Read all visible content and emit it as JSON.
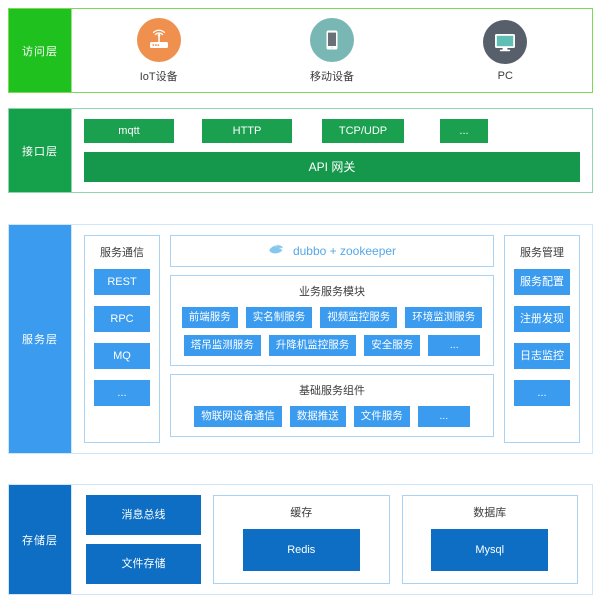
{
  "colors": {
    "access_band": "#1fc11f",
    "access_border": "#7ed957",
    "interface_band": "#15a04b",
    "interface_chip": "#1ba04f",
    "service_band": "#3a9bef",
    "service_chip": "#3a9bef",
    "storage_band": "#0d6ec4",
    "storage_chip": "#0d6ec4",
    "panel_border": "#a9d3f5",
    "iot_icon_circle": "#f0904e",
    "mobile_icon_circle": "#79b7b4",
    "pc_icon_circle": "#575f6b",
    "pc_screen": "#5fbfb4",
    "dubbo_text": "#55a8e8"
  },
  "access_layer": {
    "label": "访问层",
    "devices": [
      {
        "label": "IoT设备",
        "icon": "router-icon"
      },
      {
        "label": "移动设备",
        "icon": "tablet-icon"
      },
      {
        "label": "PC",
        "icon": "monitor-icon"
      }
    ]
  },
  "interface_layer": {
    "label": "接口层",
    "protocols": [
      "mqtt",
      "HTTP",
      "TCP/UDP",
      "..."
    ],
    "gateway": "API 网关"
  },
  "service_layer": {
    "label": "服务层",
    "communication": {
      "title": "服务通信",
      "items": [
        "REST",
        "RPC",
        "MQ",
        "..."
      ]
    },
    "middleware": {
      "icon": "dubbo-whale-icon",
      "text": "dubbo + zookeeper"
    },
    "business_modules": {
      "title": "业务服务模块",
      "rows": [
        [
          "前端服务",
          "实名制服务",
          "视频监控服务",
          "环境监测服务"
        ],
        [
          "塔吊监测服务",
          "升降机监控服务",
          "安全服务",
          "..."
        ]
      ]
    },
    "basic_components": {
      "title": "基础服务组件",
      "rows": [
        [
          "物联网设备通信",
          "数据推送",
          "文件服务",
          "..."
        ]
      ]
    },
    "management": {
      "title": "服务管理",
      "items": [
        "服务配置",
        "注册发现",
        "日志监控",
        "..."
      ]
    }
  },
  "storage_layer": {
    "label": "存储层",
    "stack": [
      "消息总线",
      "文件存储"
    ],
    "boxes": [
      {
        "title": "缓存",
        "item": "Redis"
      },
      {
        "title": "数据库",
        "item": "Mysql"
      }
    ]
  }
}
